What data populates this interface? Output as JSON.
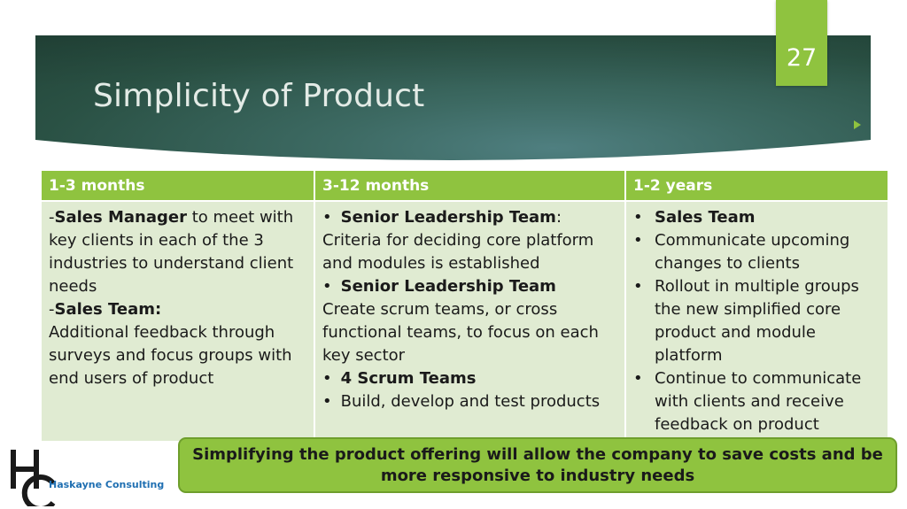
{
  "slide": {
    "page_number": "27",
    "title": "Simplicity of Product",
    "accent_color": "#8fc33f",
    "banner_color": "#2a5144"
  },
  "table": {
    "headers": [
      "1-3 months",
      "3-12 months",
      "1-2 years"
    ],
    "col1": {
      "dash1": "-",
      "item1_bold": "Sales Manager",
      "item1_text": " to meet with key clients in each of the 3 industries to understand client needs",
      "dash2": "-",
      "item2_bold": "Sales Team:",
      "item2_text": "Additional feedback through surveys and focus groups with end users of product"
    },
    "col2": {
      "bullet": "•",
      "b1_bold": "Senior Leadership Team",
      "b1_colon": ":",
      "b1_text": "Criteria for deciding core platform and modules is established",
      "b2_bold": "Senior Leadership Team",
      "b2_text": "Create scrum teams, or cross functional teams, to focus on each key sector",
      "b3_bold": "4 Scrum Teams",
      "b4_text": "Build, develop and test products"
    },
    "col3": {
      "bullet": "•",
      "items": [
        "Sales Team",
        "Communicate upcoming changes to clients",
        "Rollout in multiple groups the new simplified core product and module platform",
        "Continue to communicate with clients and receive feedback on product"
      ]
    }
  },
  "callout": {
    "text": "Simplifying the product offering will allow the company to save costs and be more responsive to industry needs"
  },
  "logo": {
    "name": "Haskayne Consulting",
    "icon": "hc-monogram-icon",
    "color": "#1f6fb2"
  }
}
